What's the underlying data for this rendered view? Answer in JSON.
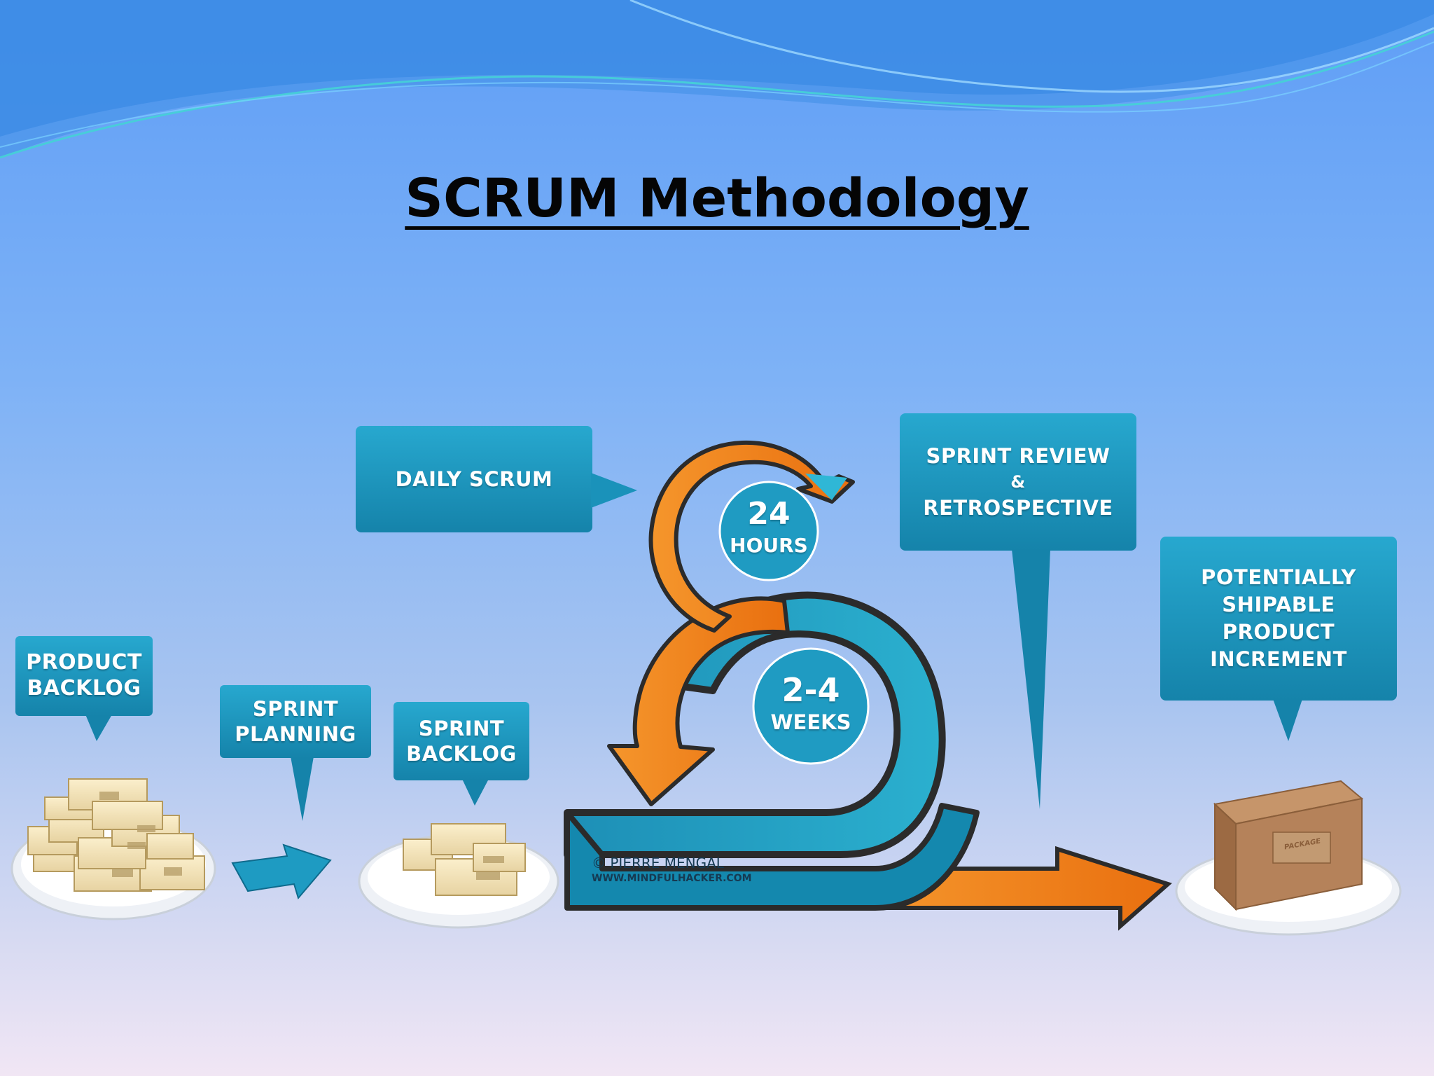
{
  "title": "SCRUM Methodology",
  "steps": {
    "product_backlog": [
      "PRODUCT",
      "BACKLOG"
    ],
    "sprint_planning": [
      "SPRINT",
      "PLANNING"
    ],
    "sprint_backlog": [
      "SPRINT",
      "BACKLOG"
    ],
    "daily_scrum": "DAILY SCRUM",
    "sprint_review": [
      "SPRINT REVIEW",
      "&",
      "RETROSPECTIVE"
    ],
    "increment": [
      "POTENTIALLY",
      "SHIPABLE",
      "PRODUCT",
      "INCREMENT"
    ]
  },
  "cycles": {
    "daily": {
      "value": "24",
      "unit": "HOURS"
    },
    "sprint": {
      "value": "2-4",
      "unit": "WEEKS"
    }
  },
  "credit": {
    "author": "© PIERRE MENGAL",
    "site": "WWW.MINDFULHACKER.COM"
  },
  "box_label": "PACKAGE",
  "colors": {
    "callout": "#1e9bc2",
    "orange": "#f07d19",
    "teal": "#1590b4",
    "box": "#f2e2b6",
    "outline": "#2b2b2b"
  }
}
